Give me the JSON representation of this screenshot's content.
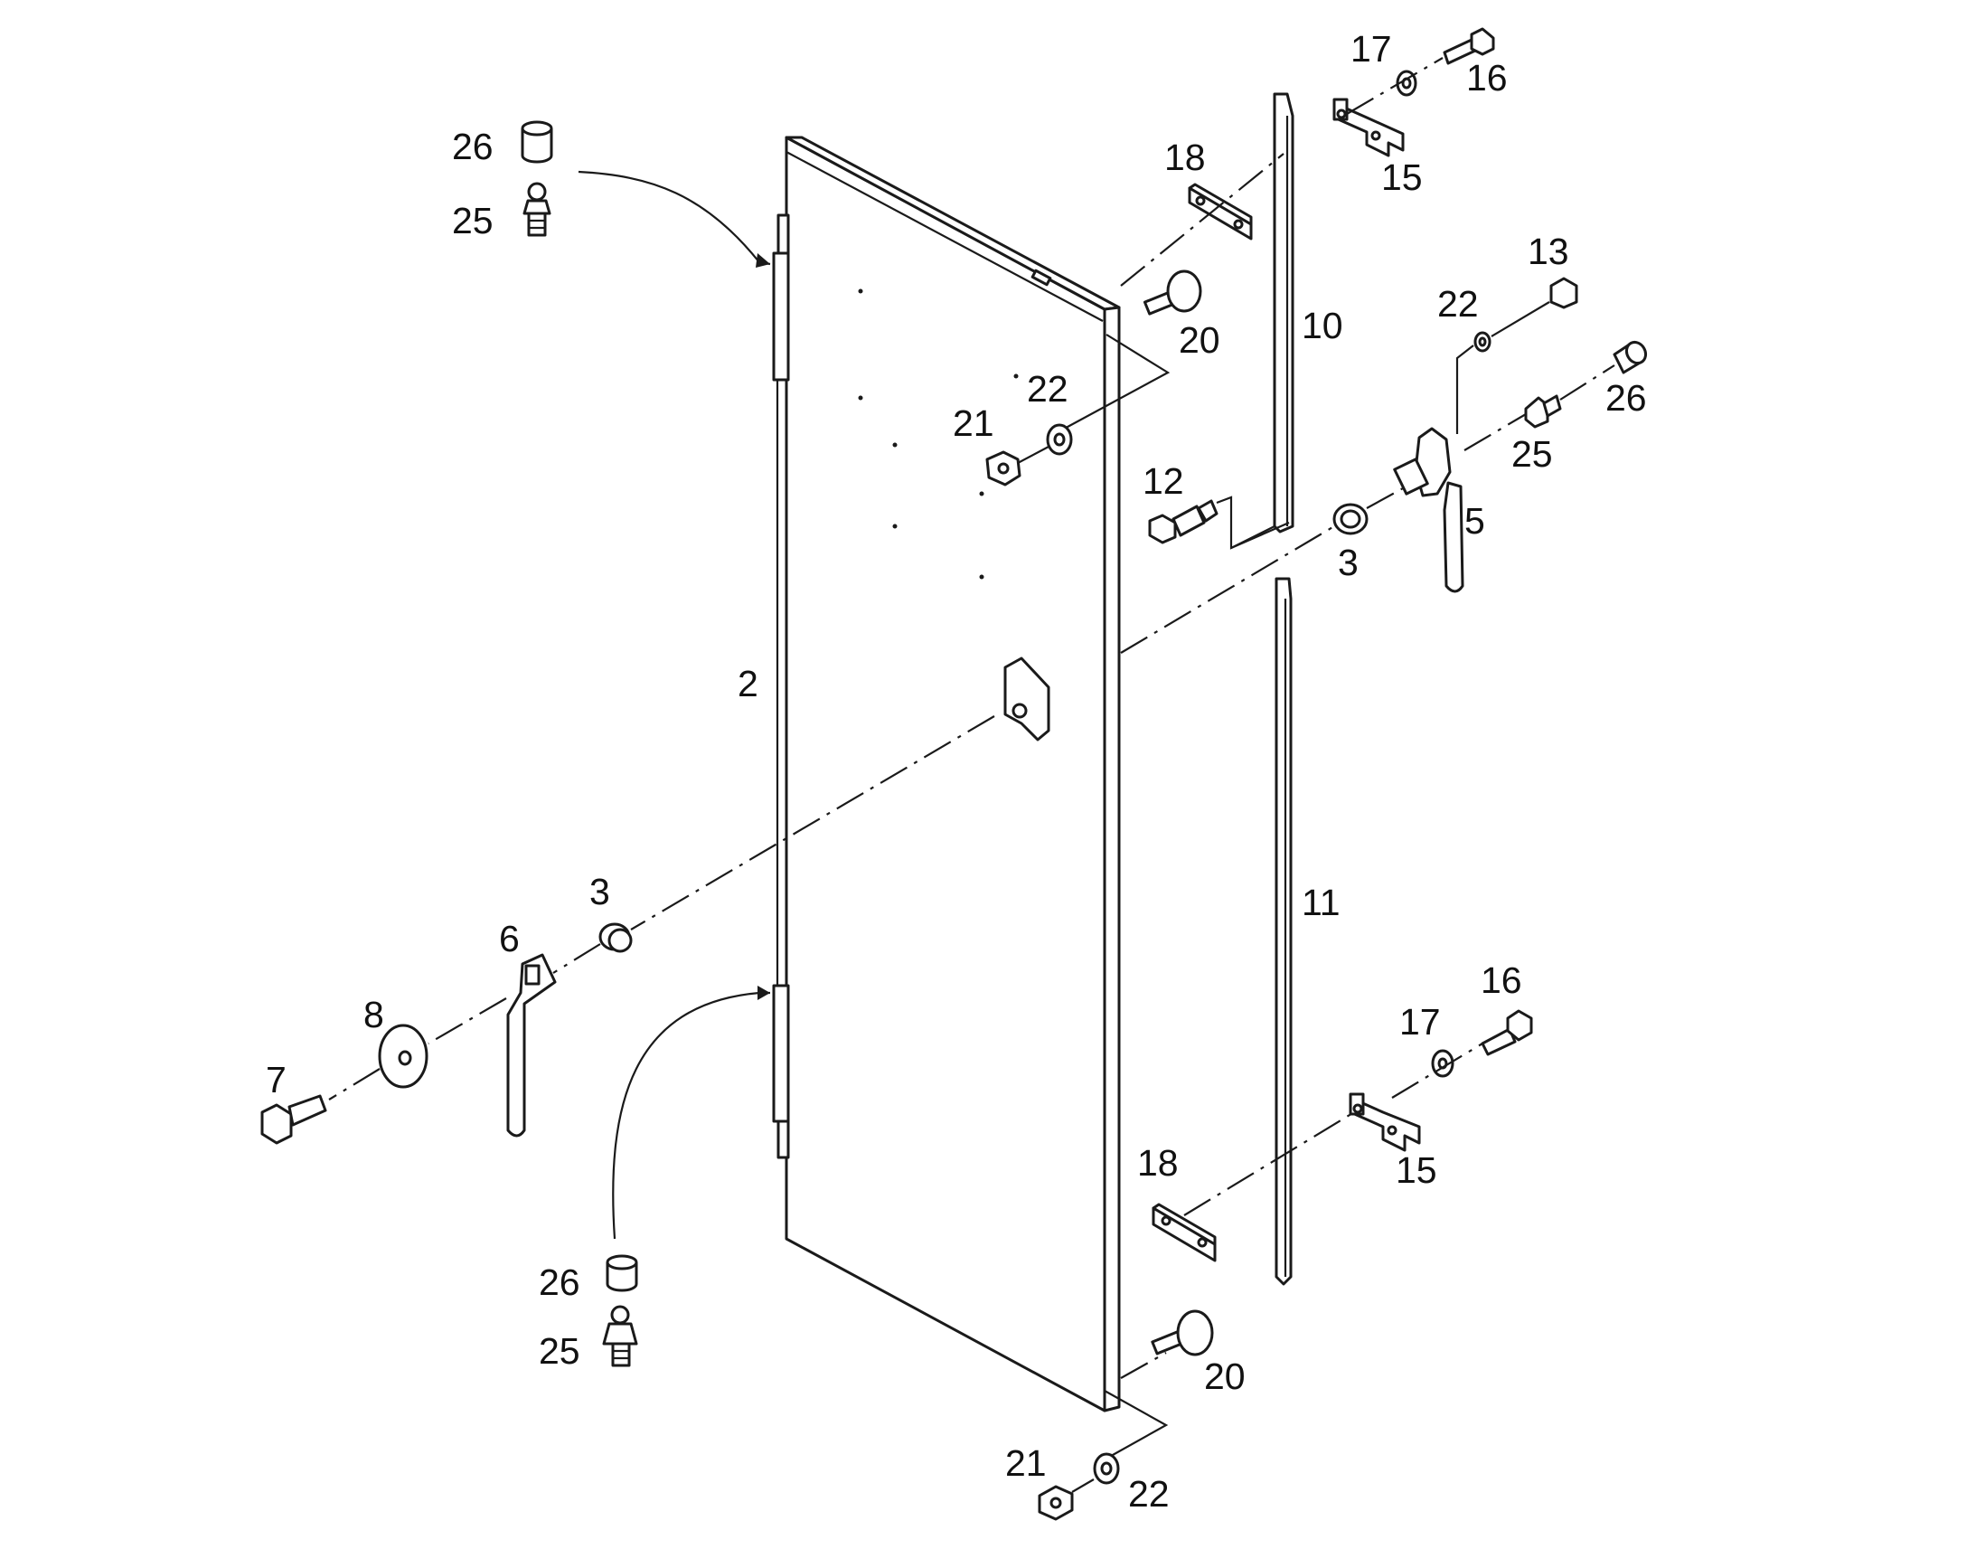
{
  "diagram": {
    "type": "exploded-parts-view",
    "callouts": {
      "c1": "26",
      "c2": "25",
      "c3": "18",
      "c4": "17",
      "c5": "16",
      "c6": "15",
      "c7": "10",
      "c8": "20",
      "c9": "22",
      "c10": "21",
      "c11": "13",
      "c12": "22",
      "c13": "26",
      "c14": "25",
      "c15": "12",
      "c16": "3",
      "c17": "5",
      "c18": "2",
      "c19": "3",
      "c20": "6",
      "c21": "8",
      "c22": "7",
      "c23": "11",
      "c24": "16",
      "c25": "17",
      "c26": "15",
      "c27": "18",
      "c28": "26",
      "c29": "25",
      "c30": "20",
      "c31": "21",
      "c32": "22"
    }
  }
}
